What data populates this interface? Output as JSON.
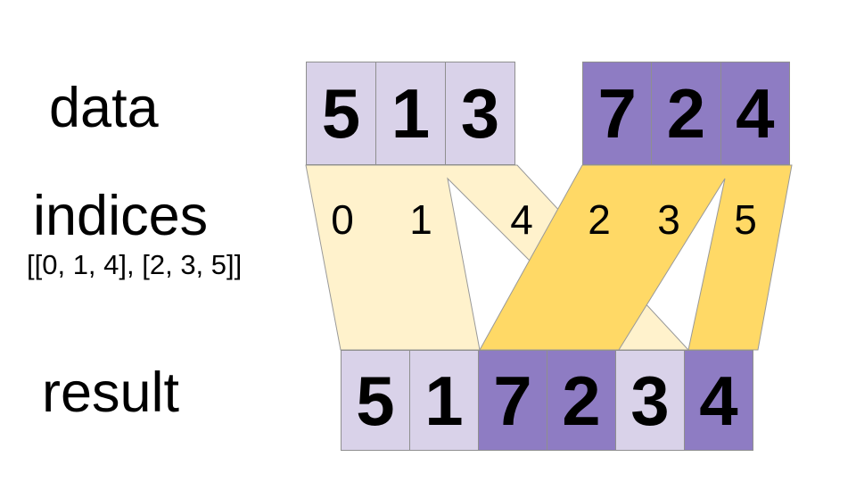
{
  "labels": {
    "data": "data",
    "indices": "indices",
    "indices_value": "[[0, 1, 4], [2, 3, 5]]",
    "result": "result"
  },
  "colors": {
    "light_purple": "#d9d2e9",
    "dark_purple": "#8e7cc3",
    "cream": "#fff2cc",
    "gold": "#ffd966",
    "cell_border": "#8f8f8f",
    "band_outline": "#999999",
    "text": "#000000",
    "background": "#ffffff"
  },
  "diagram": {
    "type": "scatter-stitch-flow",
    "data_groups": [
      {
        "values": [
          "5",
          "1",
          "3"
        ],
        "color_key": "light_purple"
      },
      {
        "values": [
          "7",
          "2",
          "4"
        ],
        "color_key": "dark_purple"
      }
    ],
    "indices": [
      [
        "0",
        "1",
        "4"
      ],
      [
        "2",
        "3",
        "5"
      ]
    ],
    "result_cells": [
      {
        "value": "5",
        "color_key": "light_purple"
      },
      {
        "value": "1",
        "color_key": "light_purple"
      },
      {
        "value": "7",
        "color_key": "dark_purple"
      },
      {
        "value": "2",
        "color_key": "dark_purple"
      },
      {
        "value": "3",
        "color_key": "light_purple"
      },
      {
        "value": "4",
        "color_key": "dark_purple"
      }
    ],
    "bands": [
      {
        "color_key": "cream",
        "index_labels": [
          "0",
          "1",
          "4"
        ],
        "connects": "data group 1 to result slots 0, 1, 4"
      },
      {
        "color_key": "gold",
        "index_labels": [
          "2",
          "3",
          "5"
        ],
        "connects": "data group 2 to result slots 2, 3, 5"
      }
    ]
  }
}
